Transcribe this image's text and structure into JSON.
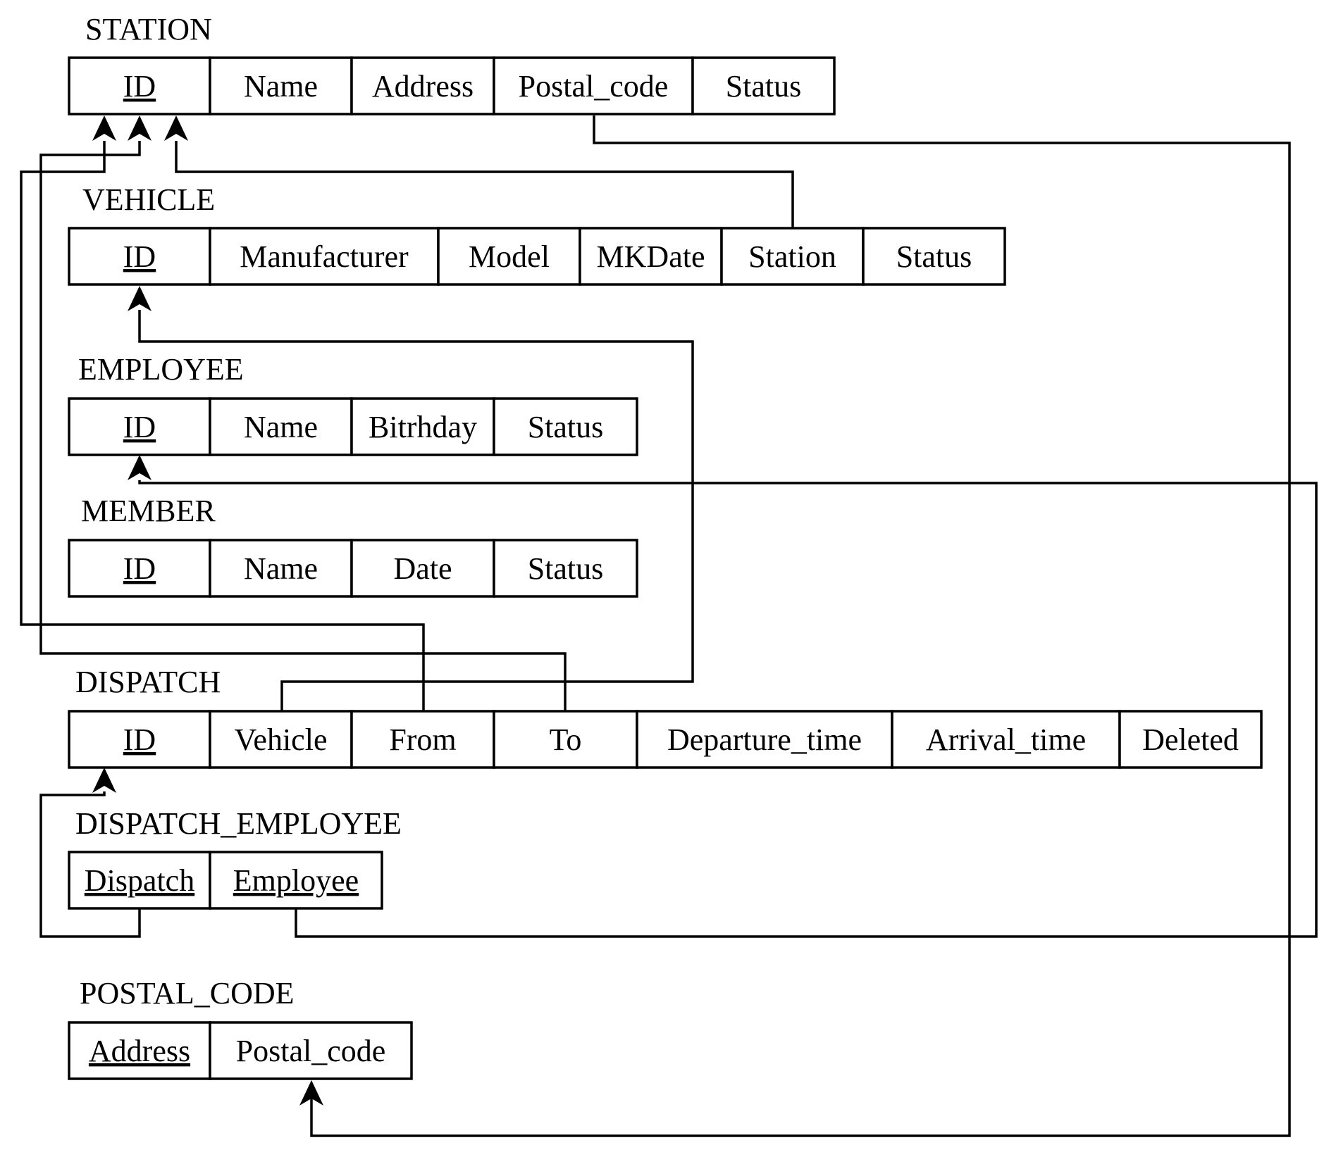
{
  "diagram": {
    "relations": [
      {
        "id": "station",
        "title": "STATION",
        "attributes": [
          {
            "name": "ID",
            "key": true
          },
          {
            "name": "Name",
            "key": false
          },
          {
            "name": "Address",
            "key": false
          },
          {
            "name": "Postal_code",
            "key": false
          },
          {
            "name": "Status",
            "key": false
          }
        ]
      },
      {
        "id": "vehicle",
        "title": "VEHICLE",
        "attributes": [
          {
            "name": "ID",
            "key": true
          },
          {
            "name": "Manufacturer",
            "key": false
          },
          {
            "name": "Model",
            "key": false
          },
          {
            "name": "MKDate",
            "key": false
          },
          {
            "name": "Station",
            "key": false
          },
          {
            "name": "Status",
            "key": false
          }
        ]
      },
      {
        "id": "employee",
        "title": "EMPLOYEE",
        "attributes": [
          {
            "name": "ID",
            "key": true
          },
          {
            "name": "Name",
            "key": false
          },
          {
            "name": "Bitrhday",
            "key": false
          },
          {
            "name": "Status",
            "key": false
          }
        ]
      },
      {
        "id": "member",
        "title": "MEMBER",
        "attributes": [
          {
            "name": "ID",
            "key": true
          },
          {
            "name": "Name",
            "key": false
          },
          {
            "name": "Date",
            "key": false
          },
          {
            "name": "Status",
            "key": false
          }
        ]
      },
      {
        "id": "dispatch",
        "title": "DISPATCH",
        "attributes": [
          {
            "name": "ID",
            "key": true
          },
          {
            "name": "Vehicle",
            "key": false
          },
          {
            "name": "From",
            "key": false
          },
          {
            "name": "To",
            "key": false
          },
          {
            "name": "Departure_time",
            "key": false
          },
          {
            "name": "Arrival_time",
            "key": false
          },
          {
            "name": "Deleted",
            "key": false
          }
        ]
      },
      {
        "id": "dispatch_employee",
        "title": "DISPATCH_EMPLOYEE",
        "attributes": [
          {
            "name": "Dispatch",
            "key": true
          },
          {
            "name": "Employee",
            "key": true
          }
        ]
      },
      {
        "id": "postal_code",
        "title": "POSTAL_CODE",
        "attributes": [
          {
            "name": "Address",
            "key": true
          },
          {
            "name": "Postal_code",
            "key": false
          }
        ]
      }
    ],
    "references": [
      {
        "from": "station.Postal_code",
        "to": "postal_code.Postal_code"
      },
      {
        "from": "vehicle.Station",
        "to": "station.ID"
      },
      {
        "from": "dispatch.Vehicle",
        "to": "vehicle.ID"
      },
      {
        "from": "dispatch.From",
        "to": "station.ID"
      },
      {
        "from": "dispatch.To",
        "to": "station.ID"
      },
      {
        "from": "dispatch_employee.Dispatch",
        "to": "dispatch.ID"
      },
      {
        "from": "dispatch_employee.Employee",
        "to": "employee.ID"
      }
    ]
  }
}
